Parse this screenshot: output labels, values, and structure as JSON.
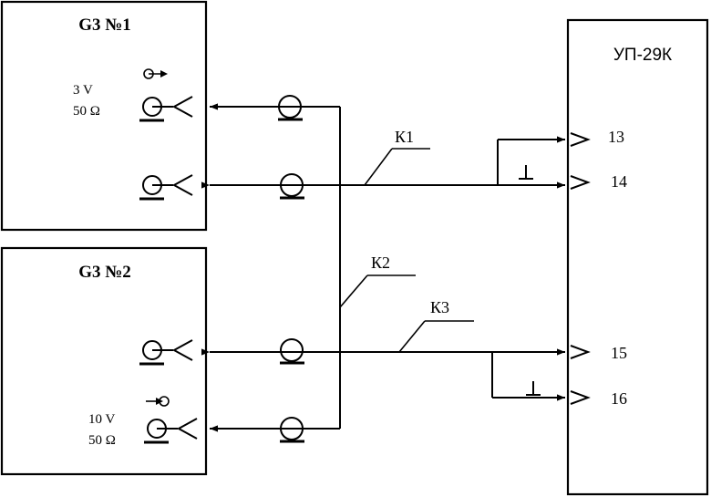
{
  "generator1": {
    "title": "G3 №1",
    "voltage": "3 V",
    "impedance": "50 Ω"
  },
  "generator2": {
    "title": "G3 №2",
    "voltage": "10 V",
    "impedance": "50 Ω"
  },
  "receiver": {
    "title": "УП-29К",
    "pins": [
      "13",
      "14",
      "15",
      "16"
    ]
  },
  "cables": {
    "k1": "К1",
    "k2": "К2",
    "k3": "К3"
  },
  "ground_symbol": "⊥",
  "icons": [
    "coax-connector-icon",
    "output-arrow-icon",
    "input-arrow-icon",
    "arrow-head-icon"
  ]
}
